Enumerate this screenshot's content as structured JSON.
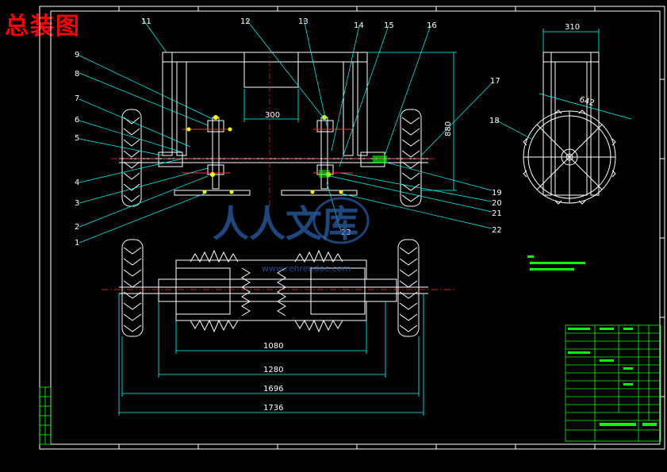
{
  "title": "总装图",
  "part_labels": [
    "1",
    "2",
    "3",
    "4",
    "5",
    "6",
    "7",
    "8",
    "9",
    "11",
    "12",
    "13",
    "14",
    "15",
    "16",
    "17",
    "18",
    "19",
    "20",
    "21",
    "22",
    "23"
  ],
  "dimensions": {
    "d300": "300",
    "d880": "880",
    "d310": "310",
    "d642": "642",
    "d1080": "1080",
    "d1280": "1280",
    "d1696": "1696",
    "d1736": "1736"
  },
  "watermark": "人人文库",
  "watermark_url": "www.renrendoc.com",
  "colors": {
    "background": "#000000",
    "title": "#ff0000",
    "dimension": "#00ffff",
    "outline": "#ffffff",
    "title_block": "#00ff00"
  }
}
